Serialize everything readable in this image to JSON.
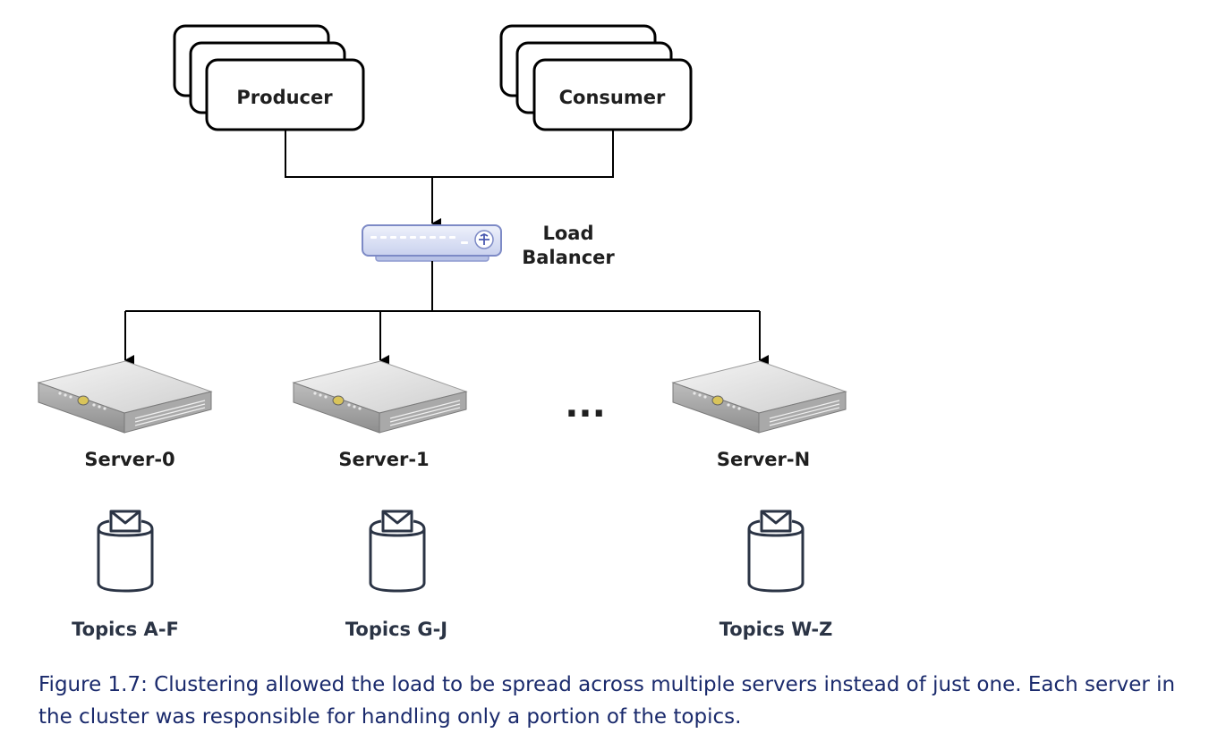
{
  "nodes": {
    "producer": "Producer",
    "consumer": "Consumer",
    "load_balancer": [
      "Load",
      "Balancer"
    ]
  },
  "servers": [
    {
      "label": "Server-0",
      "topics": "Topics A-F"
    },
    {
      "label": "Server-1",
      "topics": "Topics G-J"
    },
    {
      "label": "Server-N",
      "topics": "Topics W-Z"
    }
  ],
  "ellipsis": "...",
  "caption": {
    "line1": "Figure 1.7: Clustering allowed the load to be spread across multiple servers instead of just one. Each server in",
    "line2": "the cluster was responsible for handling only a portion of the topics."
  }
}
